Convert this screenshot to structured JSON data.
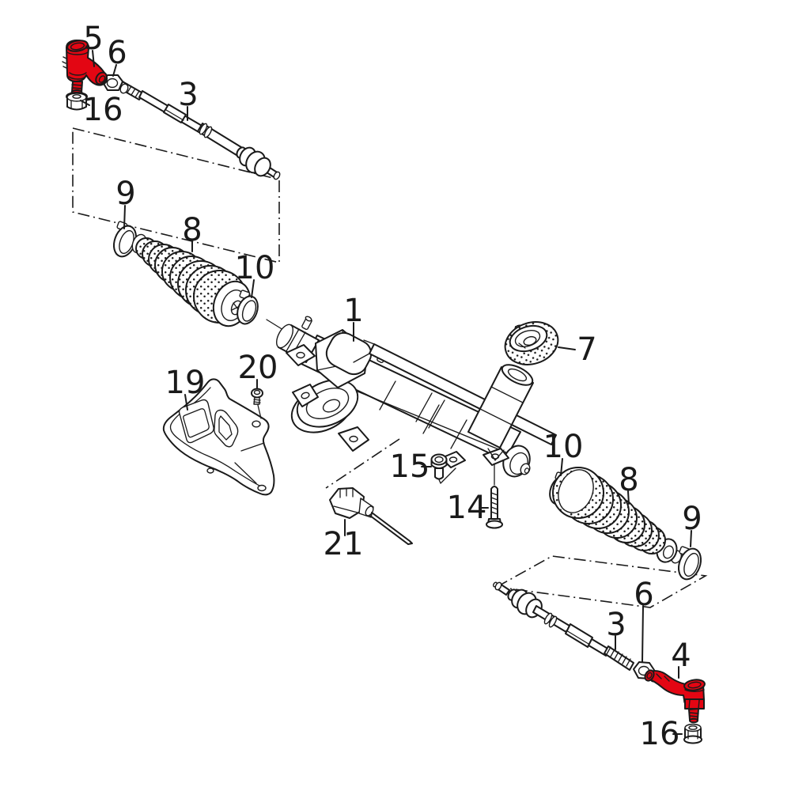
{
  "diagram": {
    "type": "exploded-parts-diagram",
    "subject": "steering rack / tie rod assembly",
    "colors": {
      "background": "#ffffff",
      "line": "#1a1a1a",
      "highlight_red": "#e30613"
    },
    "highlighted_callouts": [
      "4",
      "5"
    ],
    "part_numbers_visible": [
      "1",
      "3",
      "4",
      "5",
      "6",
      "7",
      "8",
      "9",
      "10",
      "14",
      "15",
      "16",
      "19",
      "20",
      "21"
    ],
    "callouts": {
      "c5": "5",
      "c6_top": "6",
      "c16_top": "16",
      "c3_top": "3",
      "c9_left": "9",
      "c8_left": "8",
      "c10_left": "10",
      "c1": "1",
      "c7": "7",
      "c19": "19",
      "c20": "20",
      "c15": "15",
      "c14": "14",
      "c21": "21",
      "c10_right": "10",
      "c8_right": "8",
      "c9_right": "9",
      "c3_bottom": "3",
      "c6_bottom": "6",
      "c4": "4",
      "c16_bottom": "16"
    }
  }
}
